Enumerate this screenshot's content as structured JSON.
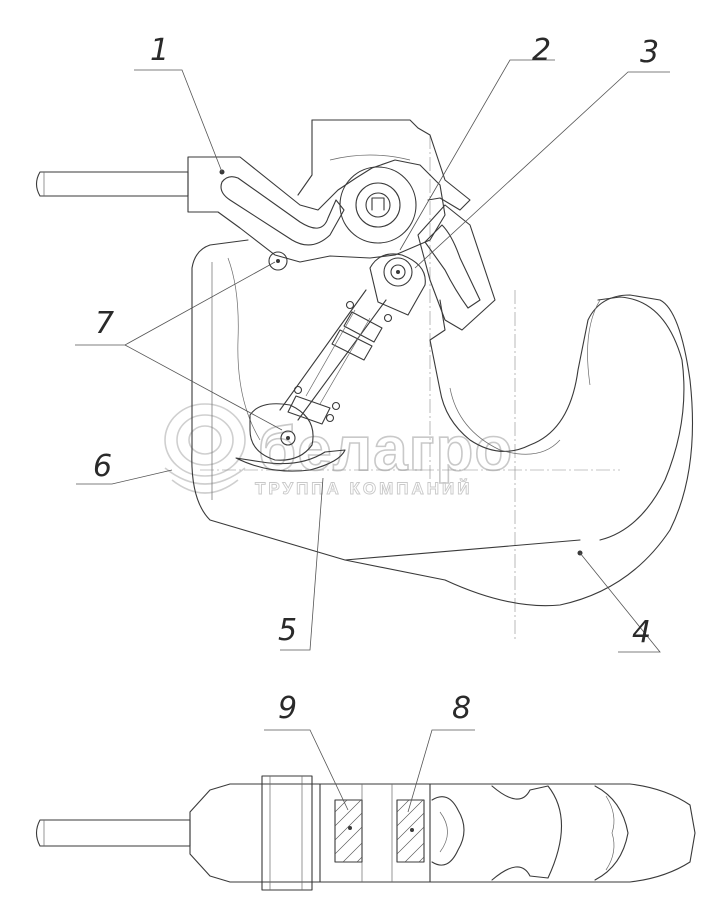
{
  "callouts": {
    "c1": "1",
    "c2": "2",
    "c3": "3",
    "c4": "4",
    "c5": "5",
    "c6": "6",
    "c7": "7",
    "c8": "8",
    "c9": "9"
  },
  "watermark": {
    "brand": "белагро",
    "subtitle": "ТРУППА КОМПАНИЙ"
  },
  "colors": {
    "line": "#3a3a3a",
    "watermark": "#c9c9c9"
  }
}
